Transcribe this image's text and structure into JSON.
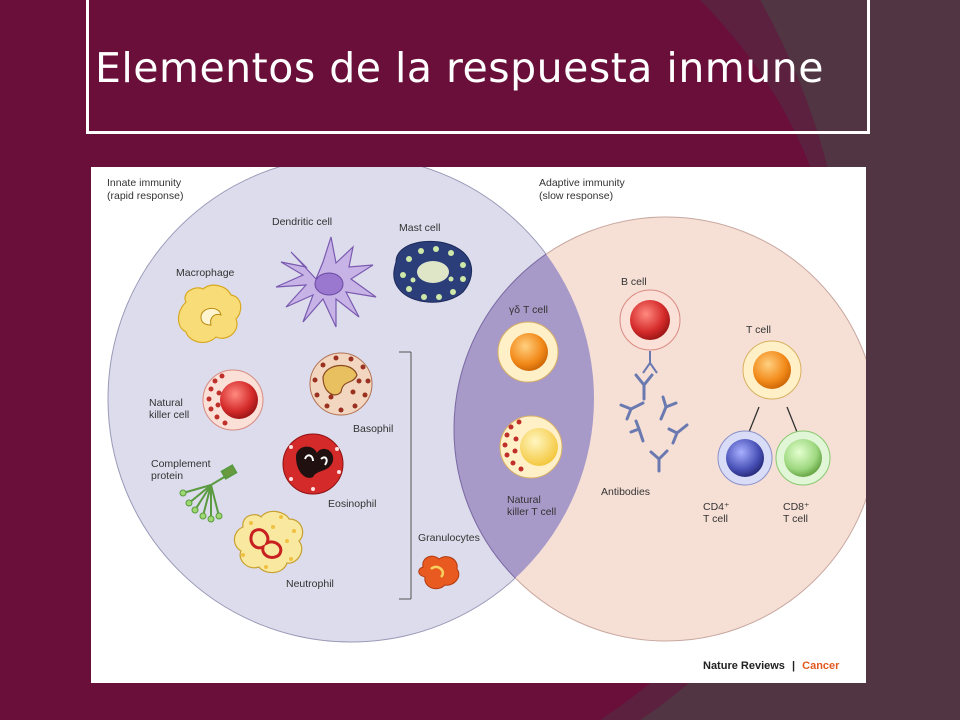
{
  "slide": {
    "title": "Elementos de la respuesta inmune"
  },
  "colors": {
    "background": "#6a0f3a",
    "innate_circle": "#dcdcec",
    "adaptive_circle": "#f6e0d6",
    "overlap": "#a89ac8"
  },
  "figure": {
    "innate": {
      "heading": "Innate immunity",
      "subheading": "(rapid response)"
    },
    "adaptive": {
      "heading": "Adaptive immunity",
      "subheading": "(slow response)"
    },
    "cells": {
      "dendritic": "Dendritic cell",
      "mast": "Mast cell",
      "macrophage": "Macrophage",
      "nk_line1": "Natural",
      "nk_line2": "killer cell",
      "basophil": "Basophil",
      "complement_line1": "Complement",
      "complement_line2": "protein",
      "eosinophil": "Eosinophil",
      "neutrophil": "Neutrophil",
      "granulocytes": "Granulocytes",
      "gd_t_cell": "γδ T cell",
      "nkt_line1": "Natural",
      "nkt_line2": "killer T cell",
      "b_cell": "B cell",
      "antibodies": "Antibodies",
      "t_cell": "T cell",
      "cd4_line1": "CD4⁺",
      "cd4_line2": "T cell",
      "cd8_line1": "CD8⁺",
      "cd8_line2": "T cell"
    },
    "credit": {
      "journal": "Nature Reviews",
      "separator": "|",
      "section": "Cancer"
    }
  }
}
